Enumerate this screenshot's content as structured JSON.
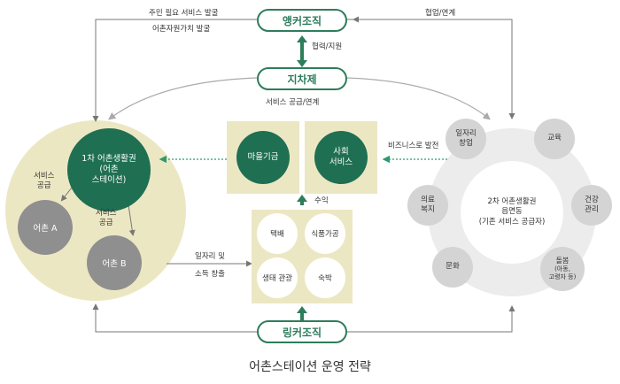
{
  "title": "어촌스테이션 운영 전략",
  "anchor_org": "앵커조직",
  "local_gov": "지차제",
  "link_org": "링커조직",
  "labels": {
    "cooperation_top": "협업/연계",
    "cooperation_support": "협력/지원",
    "service_supply": "서비스 공급/연계",
    "resident_needs": "주민 필요 서비스 발굴",
    "village_value": "어촌자원가치 발굴",
    "business_dev": "비즈니스로 발전",
    "profit": "수익",
    "jobs_line1": "일자리 및",
    "jobs_line2": "소득 창출"
  },
  "left": {
    "station_line1": "1차 어촌생활권",
    "station_line2": "(어촌",
    "station_line3": "스테이션)",
    "village_a": "어촌 A",
    "village_b": "어촌 B",
    "service_label_line1": "서비스",
    "service_label_line2": "공급"
  },
  "middle": {
    "village_enterprise": "마을기금",
    "social_service_line1": "사회",
    "social_service_line2": "서비스",
    "items": [
      "택배",
      "식품가공",
      "생태 관광",
      "숙박"
    ]
  },
  "right": {
    "center_line1": "2차 어촌생활권",
    "center_line2": "읍면동",
    "center_line3": "(기존 서비스 공급자)",
    "jobs_line1": "일자리",
    "jobs_line2": "창업",
    "education": "교육",
    "health_line1": "건강",
    "health_line2": "관리",
    "care_line1": "돌봄",
    "care_line2": "(아동,",
    "care_line3": "고령자 등)",
    "culture": "문화",
    "medical_line1": "의료",
    "medical_line2": "복지"
  },
  "colors": {
    "dark_green": "#1f6f53",
    "outline_green": "#2e7d5b",
    "beige": "#ece7c3",
    "gray": "#8f8f8f",
    "light_gray": "#d4d4d4"
  }
}
